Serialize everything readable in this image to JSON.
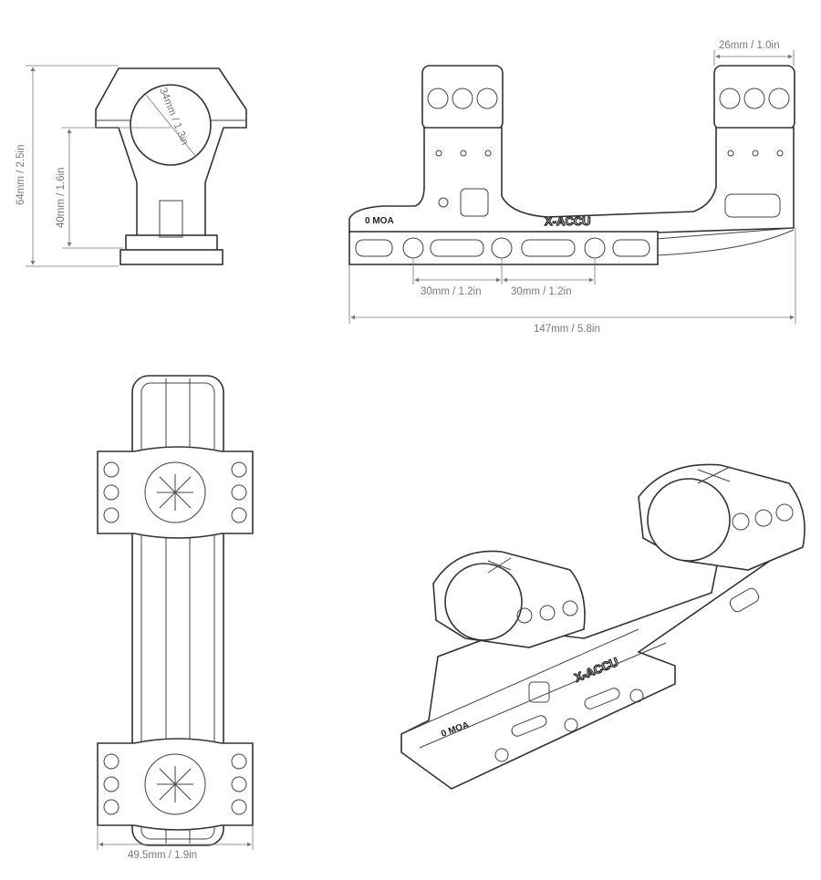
{
  "front_view": {
    "ring_diameter": "34mm / 1.3in",
    "total_height": "64mm / 2.5in",
    "center_height": "40mm / 1.6in"
  },
  "side_view": {
    "moa_marking": "0 MOA",
    "brand": "X-ACCU",
    "ring_width": "26mm / 1.0in",
    "slot_spacing_1": "30mm / 1.2in",
    "slot_spacing_2": "30mm / 1.2in",
    "total_length": "147mm / 5.8in"
  },
  "top_view": {
    "ring_cap_width": "49.5mm / 1.9in"
  },
  "iso_view": {
    "moa_marking": "0 MOA",
    "brand": "X-ACCU"
  }
}
